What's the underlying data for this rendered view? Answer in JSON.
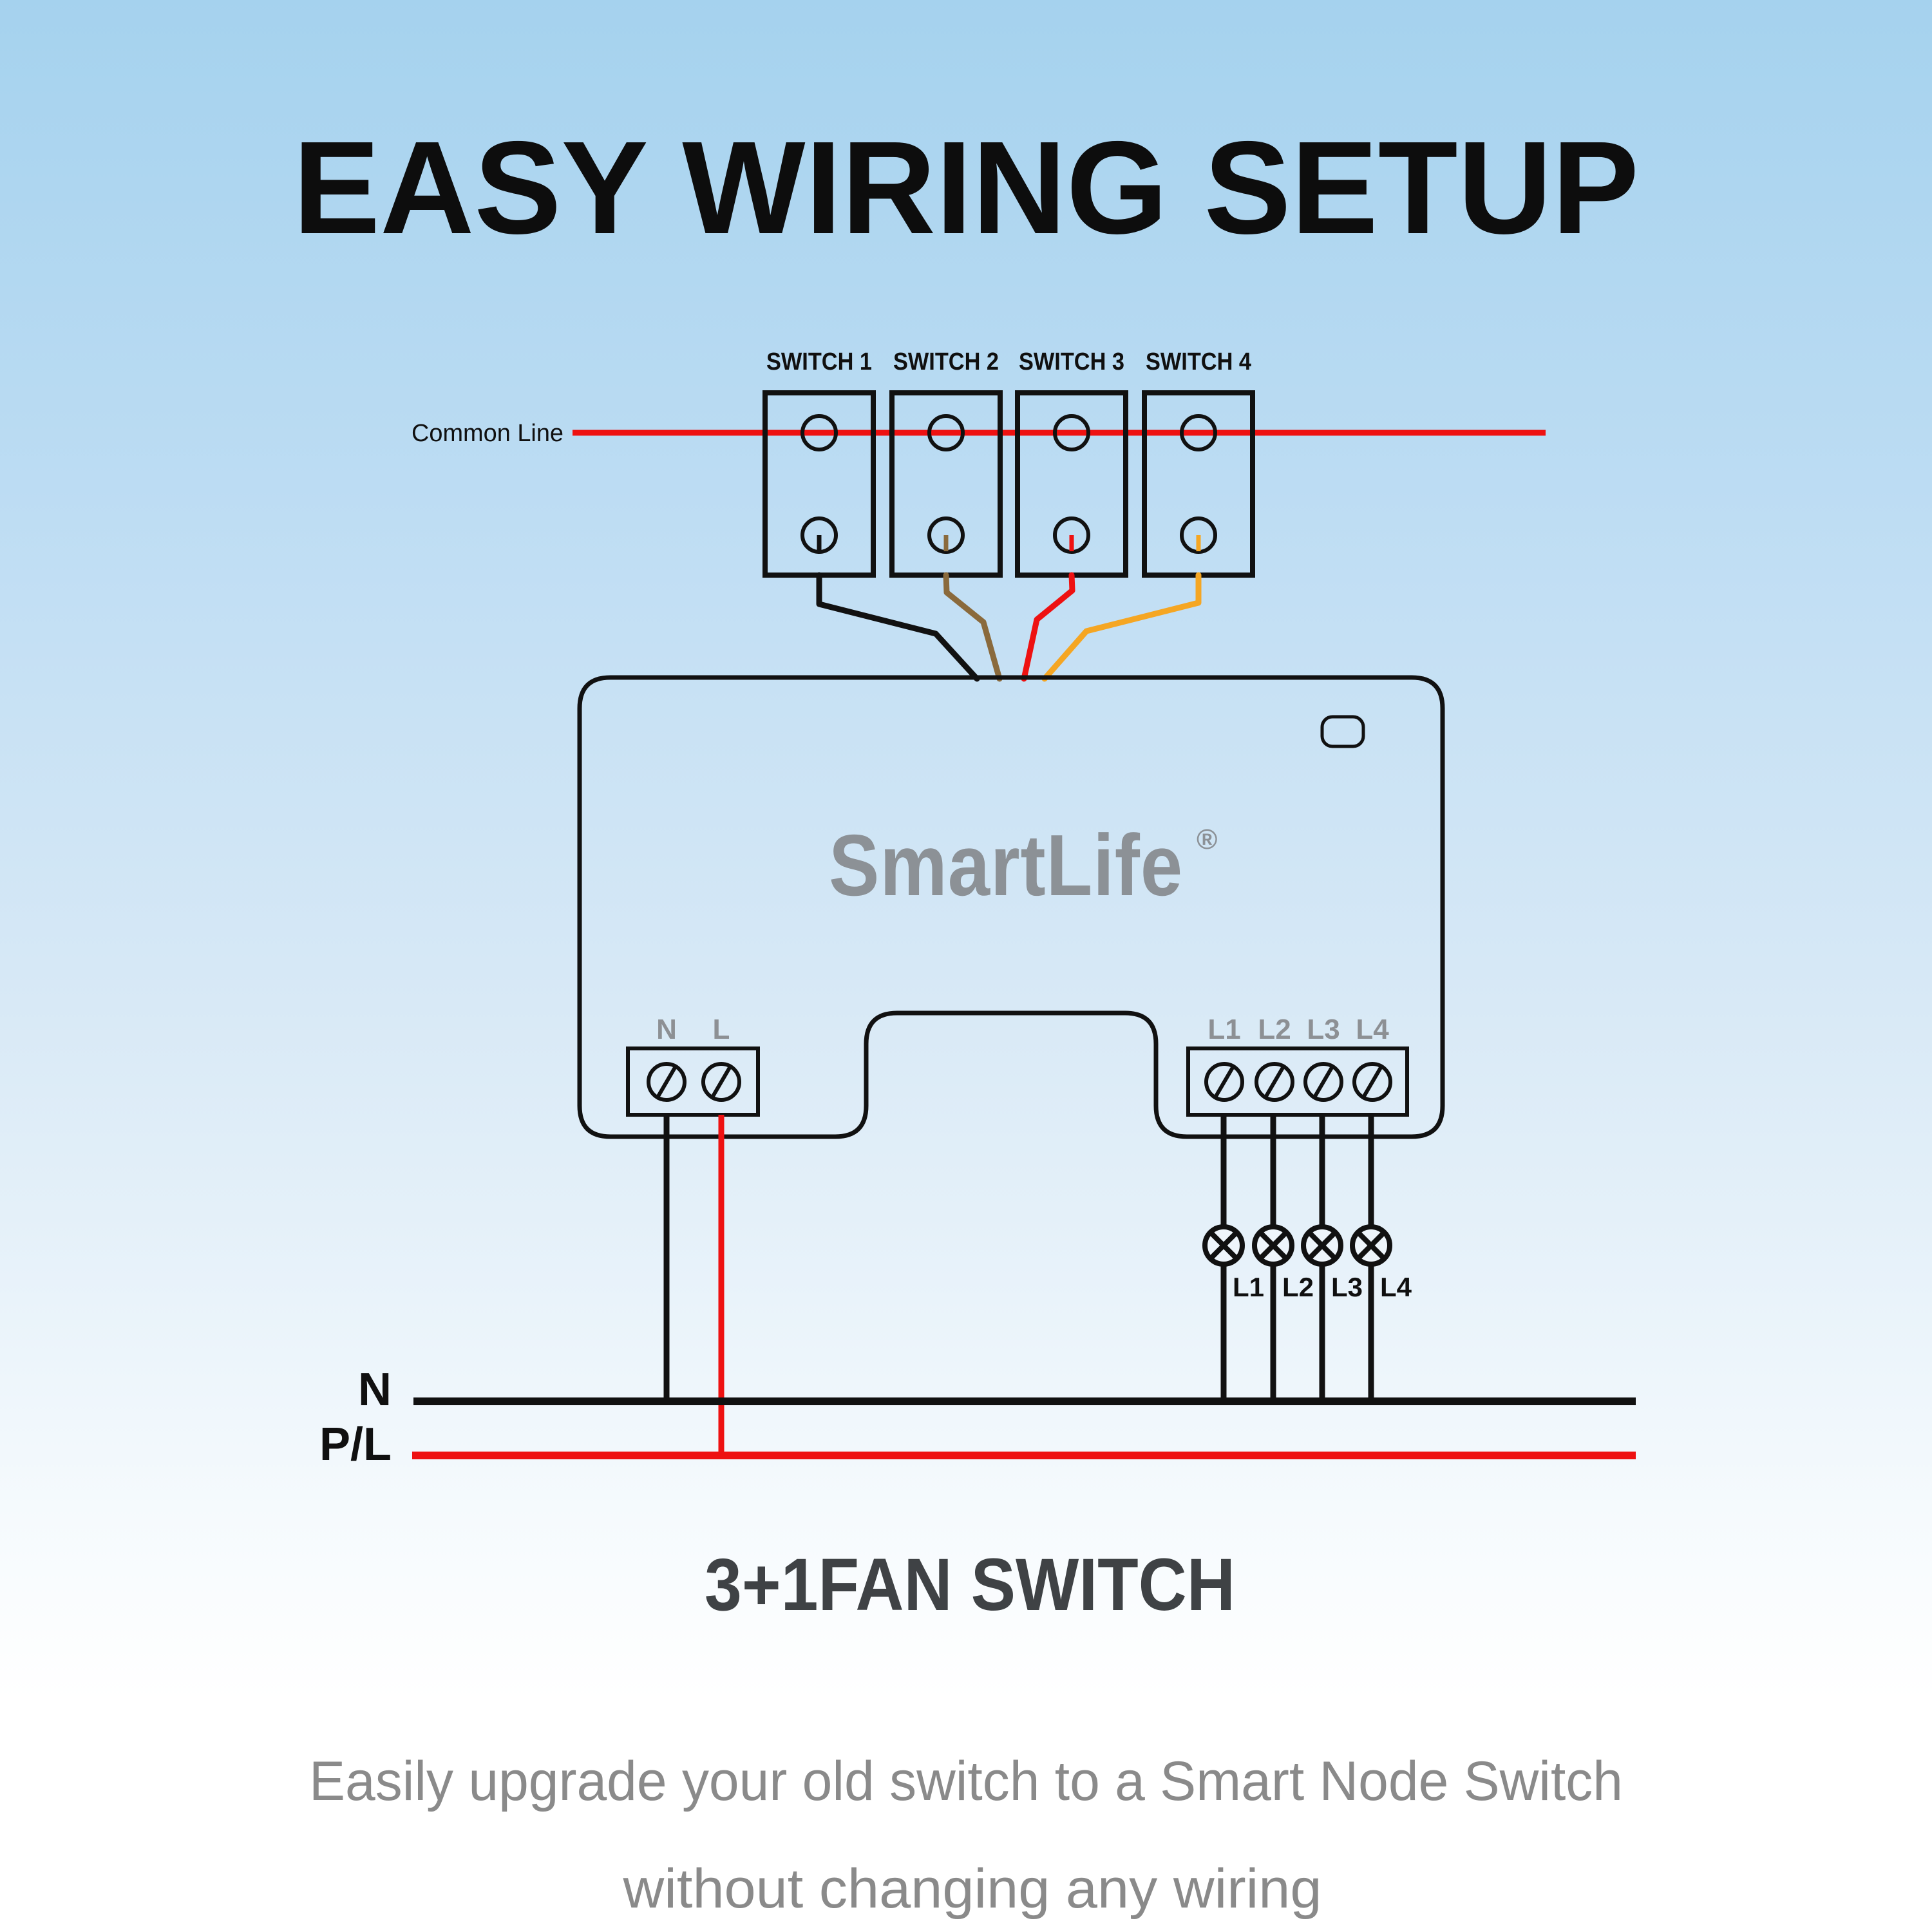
{
  "title": "EASY WIRING SETUP",
  "diagram": {
    "common_line_label": "Common Line",
    "switches": [
      {
        "label": "SWITCH 1",
        "wire_color": "#111111"
      },
      {
        "label": "SWITCH 2",
        "wire_color": "#8a6a3c"
      },
      {
        "label": "SWITCH 3",
        "wire_color": "#ee1111"
      },
      {
        "label": "SWITCH 4",
        "wire_color": "#f5a623"
      }
    ],
    "device": {
      "brand": "SmartLife",
      "registered_mark": "®",
      "input_terminal_labels": {
        "n": "N",
        "l": "L"
      },
      "output_terminal_labels": {
        "l1": "L1",
        "l2": "L2",
        "l3": "L3",
        "l4": "L4"
      }
    },
    "lamps": [
      {
        "label": "L1"
      },
      {
        "label": "L2"
      },
      {
        "label": "L3"
      },
      {
        "label": "L4"
      }
    ],
    "bus": {
      "neutral_label": "N",
      "phase_label": "P/L"
    }
  },
  "footer": {
    "heading": "3+1FAN SWITCH",
    "subtitle_line1": "Easily upgrade your old switch to a Smart Node Switch",
    "subtitle_line2": "without changing any wiring"
  },
  "colors": {
    "background_top": "#a5d2ee",
    "background_bottom": "#ffffff",
    "line_red": "#ee1111",
    "wire_black": "#111111",
    "wire_brown": "#8a6a3c",
    "wire_orange": "#f5a623",
    "outline_black": "#111111",
    "logo_gray": "#8c9196",
    "terminal_label_gray": "#8d9094",
    "heading_dark": "#3f4245",
    "subtitle_gray": "#8a8a8a"
  }
}
